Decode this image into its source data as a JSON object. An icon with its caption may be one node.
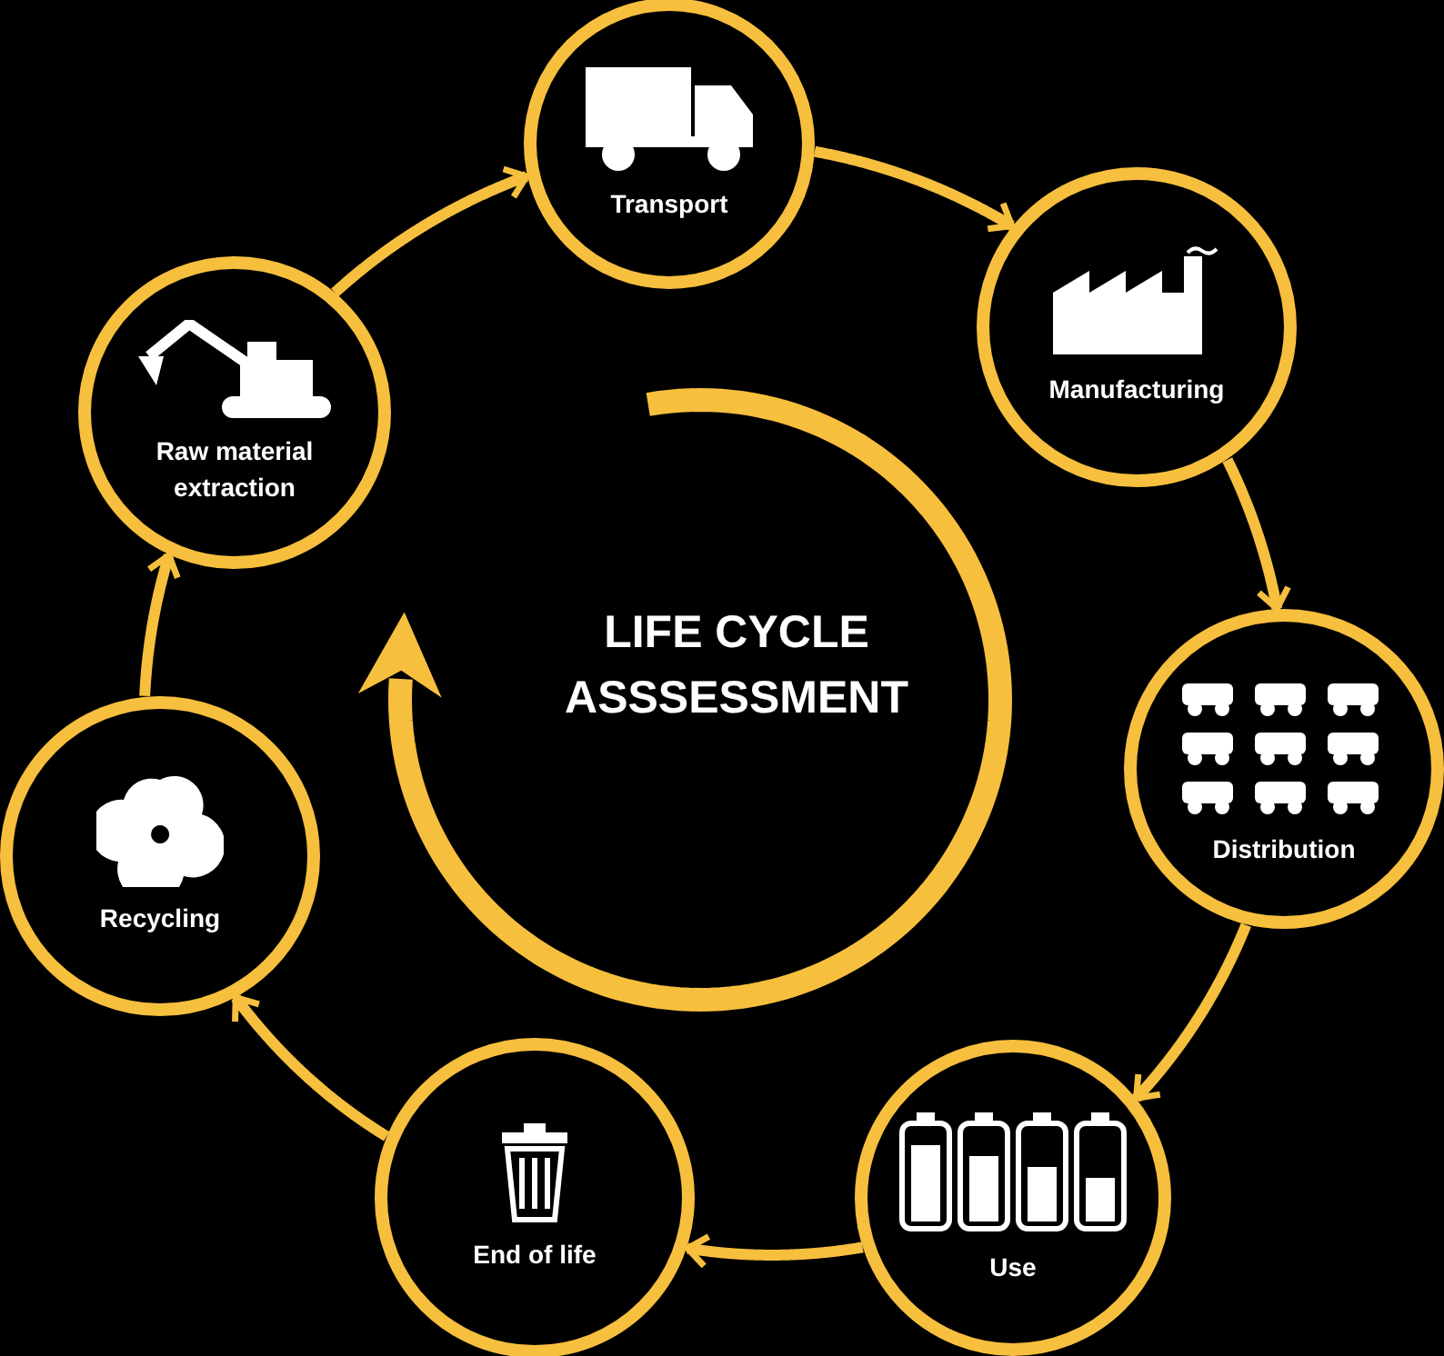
{
  "diagram": {
    "title": "LIFE CYCLE ASSSESSMENT",
    "nodes": [
      {
        "text": [
          "Raw material extraction"
        ]
      },
      {
        "text": [
          "Transport"
        ]
      },
      {
        "text": [
          "Manufacturing"
        ]
      },
      {
        "text": [
          "Distribution"
        ]
      },
      {
        "text": [
          "Use"
        ]
      },
      {
        "text": [
          "End of life"
        ]
      },
      {
        "text": [
          "Recycling"
        ]
      }
    ],
    "edges": [
      {
        "from": 0,
        "to": 1,
        "arrow": "to"
      },
      {
        "from": 1,
        "to": 2,
        "arrow": "to"
      },
      {
        "from": 2,
        "to": 3,
        "arrow": "to"
      },
      {
        "from": 3,
        "to": 4,
        "arrow": "to"
      },
      {
        "from": 4,
        "to": 5,
        "arrow": "to"
      },
      {
        "from": 5,
        "to": 6,
        "arrow": "to"
      },
      {
        "from": 6,
        "to": 0,
        "arrow": "to"
      }
    ]
  }
}
